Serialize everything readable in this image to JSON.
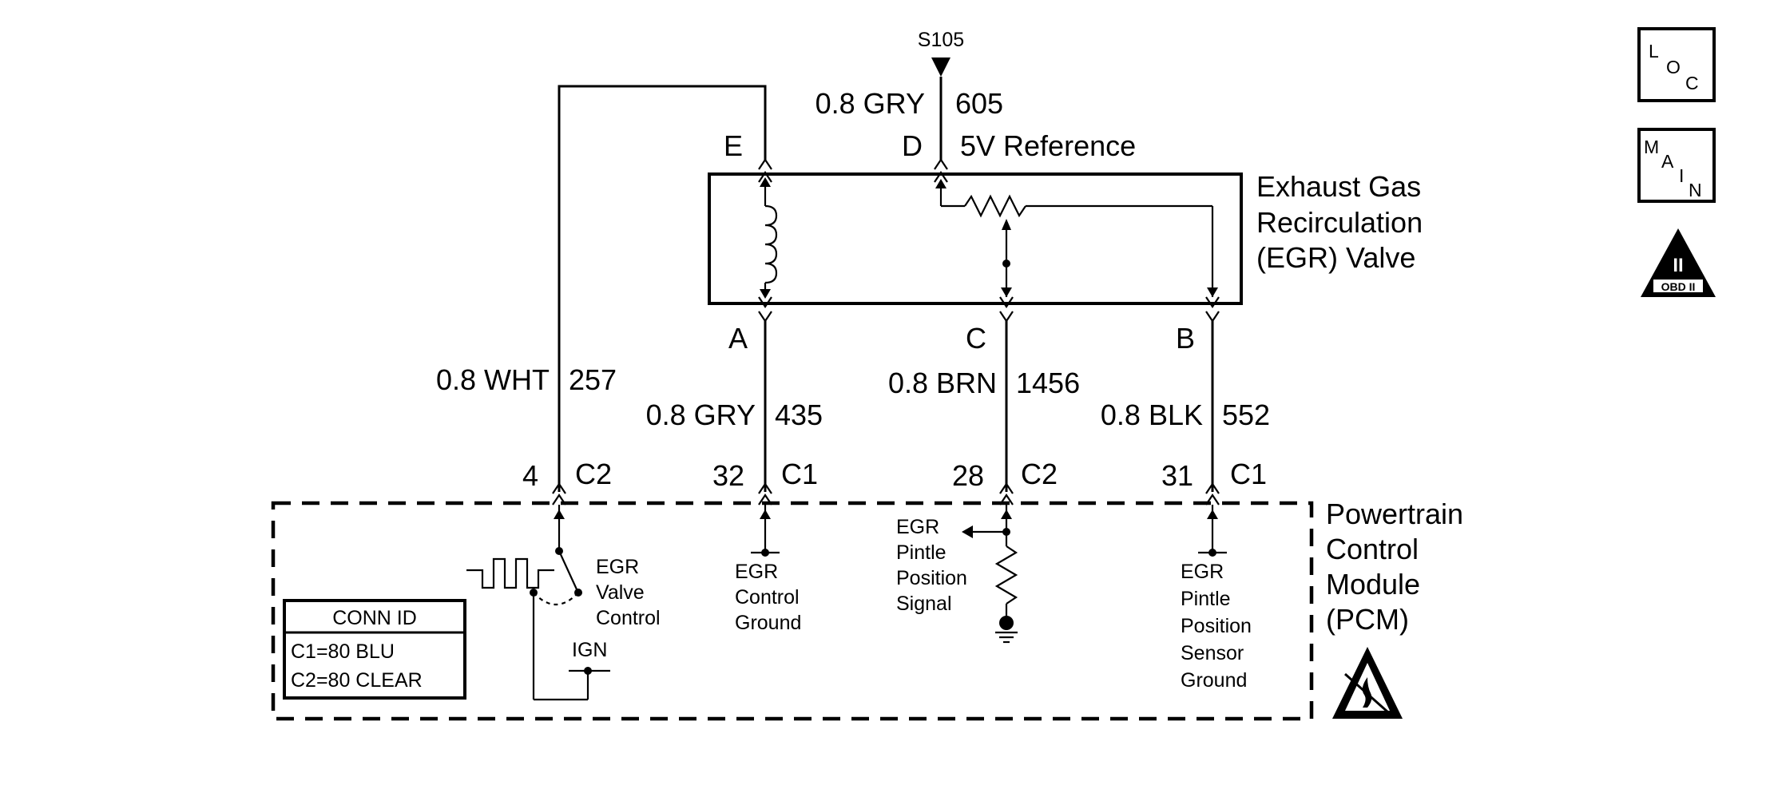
{
  "splice": "S105",
  "egr_valve": {
    "name_lines": [
      "Exhaust Gas",
      "Recirculation",
      "(EGR) Valve"
    ],
    "pins": {
      "a": "A",
      "b": "B",
      "c": "C",
      "d": "D",
      "e": "E"
    }
  },
  "wires": {
    "ref_5v": {
      "gauge_color": "0.8 GRY",
      "circuit": "605",
      "function": "5V Reference"
    },
    "control": {
      "gauge_color": "0.8 WHT",
      "circuit": "257",
      "pcm_pin": "4",
      "pcm_connector": "C2"
    },
    "ground": {
      "gauge_color": "0.8 GRY",
      "circuit": "435",
      "pcm_pin": "32",
      "pcm_connector": "C1"
    },
    "signal": {
      "gauge_color": "0.8 BRN",
      "circuit": "1456",
      "pcm_pin": "28",
      "pcm_connector": "C2"
    },
    "sensor_ground": {
      "gauge_color": "0.8 BLK",
      "circuit": "552",
      "pcm_pin": "31",
      "pcm_connector": "C1"
    }
  },
  "pcm": {
    "name_lines": [
      "Powertrain",
      "Control",
      "Module",
      "(PCM)"
    ],
    "functions": {
      "valve_control": [
        "EGR",
        "Valve",
        "Control"
      ],
      "ign": "IGN",
      "control_ground": [
        "EGR",
        "Control",
        "Ground"
      ],
      "pintle_signal": [
        "EGR",
        "Pintle",
        "Position",
        "Signal"
      ],
      "sensor_ground": [
        "EGR",
        "Pintle",
        "Position",
        "Sensor",
        "Ground"
      ]
    }
  },
  "conn_id": {
    "title": "CONN ID",
    "rows": [
      "C1=80 BLU",
      "C2=80 CLEAR"
    ]
  },
  "badges": {
    "loc": [
      "L",
      "O",
      "C"
    ],
    "main": [
      "M",
      "A",
      "I",
      "N"
    ],
    "obd": {
      "numeral": "II",
      "label": "OBD II"
    }
  }
}
